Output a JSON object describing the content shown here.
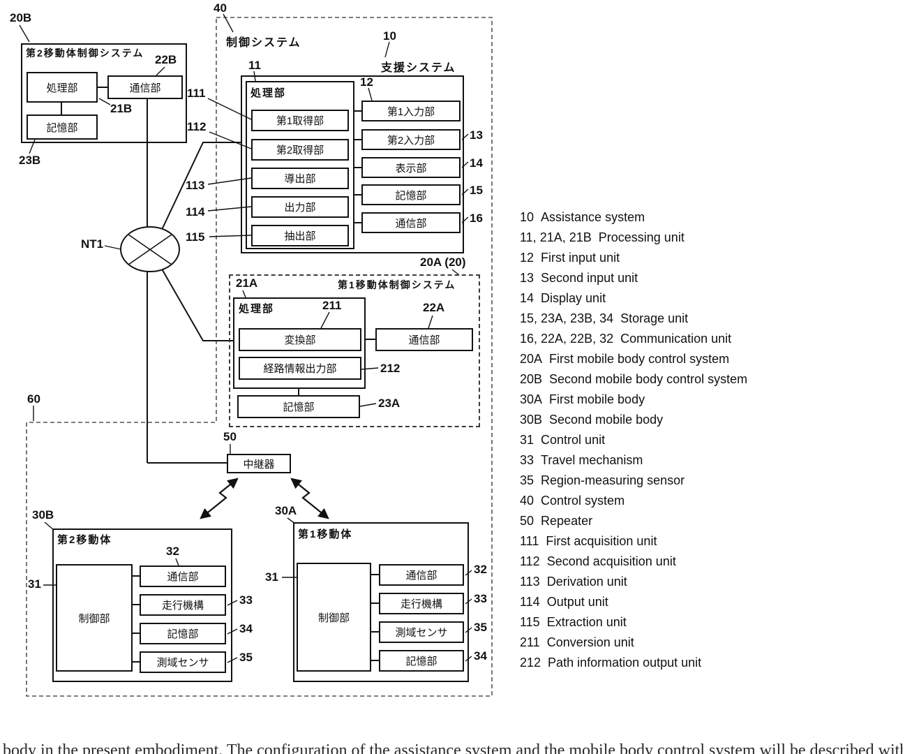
{
  "colors": {
    "ink": "#111111",
    "background": "#ffffff"
  },
  "sys20B": {
    "ref": "20B",
    "title": "第2移動体制御システム",
    "proc": {
      "ref": "21B",
      "label": "処理部"
    },
    "comm": {
      "ref": "22B",
      "label": "通信部"
    },
    "mem": {
      "ref": "23B",
      "label": "記憶部"
    }
  },
  "network": {
    "label": "NT1"
  },
  "ctrl40": {
    "ref": "40",
    "title": "制御システム"
  },
  "area60": {
    "ref": "60"
  },
  "assist10": {
    "ref": "10",
    "title": "支援システム",
    "proc11": {
      "ref": "11",
      "title": "処理部",
      "units": [
        {
          "ref": "111",
          "label": "第1取得部"
        },
        {
          "ref": "112",
          "label": "第2取得部"
        },
        {
          "ref": "113",
          "label": "導出部"
        },
        {
          "ref": "114",
          "label": "出力部"
        },
        {
          "ref": "115",
          "label": "抽出部"
        }
      ]
    },
    "units": [
      {
        "ref": "12",
        "label": "第1入力部"
      },
      {
        "ref": "13",
        "label": "第2入力部"
      },
      {
        "ref": "14",
        "label": "表示部"
      },
      {
        "ref": "15",
        "label": "記憶部"
      },
      {
        "ref": "16",
        "label": "通信部"
      }
    ]
  },
  "ctrl20A": {
    "ref": "20A (20)",
    "title": "第1移動体制御システム",
    "proc21A": {
      "ref": "21A",
      "title": "処理部",
      "units": [
        {
          "ref": "211",
          "label": "変換部"
        },
        {
          "ref": "212",
          "label": "経路情報出力部"
        }
      ]
    },
    "comm": {
      "ref": "22A",
      "label": "通信部"
    },
    "mem": {
      "ref": "23A",
      "label": "記憶部"
    }
  },
  "repeater50": {
    "ref": "50",
    "label": "中継器"
  },
  "mobile30B": {
    "ref": "30B",
    "title": "第2移動体",
    "ctrl": {
      "ref": "31",
      "label": "制御部"
    },
    "units": [
      {
        "ref": "32",
        "label": "通信部"
      },
      {
        "ref": "33",
        "label": "走行機構"
      },
      {
        "ref": "34",
        "label": "記憶部"
      },
      {
        "ref": "35",
        "label": "測域センサ"
      }
    ]
  },
  "mobile30A": {
    "ref": "30A",
    "title": "第1移動体",
    "ctrl": {
      "ref": "31",
      "label": "制御部"
    },
    "units": [
      {
        "ref": "32",
        "label": "通信部"
      },
      {
        "ref": "33",
        "label": "走行機構"
      },
      {
        "ref": "35",
        "label": "測域センサ"
      },
      {
        "ref": "34",
        "label": "記憶部"
      }
    ]
  },
  "legend": [
    {
      "num": "10",
      "label": "Assistance system"
    },
    {
      "num": "11, 21A, 21B",
      "label": "Processing unit"
    },
    {
      "num": "12",
      "label": "First input unit"
    },
    {
      "num": "13",
      "label": "Second input unit"
    },
    {
      "num": "14",
      "label": "Display unit"
    },
    {
      "num": "15, 23A, 23B, 34",
      "label": "Storage unit"
    },
    {
      "num": "16, 22A, 22B, 32",
      "label": "Communication unit"
    },
    {
      "num": "20A",
      "label": "First mobile body control system"
    },
    {
      "num": "20B",
      "label": "Second mobile body control system"
    },
    {
      "num": "30A",
      "label": "First mobile body"
    },
    {
      "num": "30B",
      "label": "Second mobile body"
    },
    {
      "num": "31",
      "label": "Control unit"
    },
    {
      "num": "33",
      "label": "Travel mechanism"
    },
    {
      "num": "35",
      "label": "Region-measuring sensor"
    },
    {
      "num": "40",
      "label": "Control system"
    },
    {
      "num": "50",
      "label": "Repeater"
    },
    {
      "num": "111",
      "label": "First acquisition unit"
    },
    {
      "num": "112",
      "label": "Second acquisition unit"
    },
    {
      "num": "113",
      "label": "Derivation unit"
    },
    {
      "num": "114",
      "label": "Output unit"
    },
    {
      "num": "115",
      "label": "Extraction unit"
    },
    {
      "num": "211",
      "label": "Conversion unit"
    },
    {
      "num": "212",
      "label": "Path information output unit"
    }
  ],
  "cropped_bottom_text": "body in the present embodiment. The configuration of the assistance system and the mobile body control system will be described with reference to the drawings."
}
